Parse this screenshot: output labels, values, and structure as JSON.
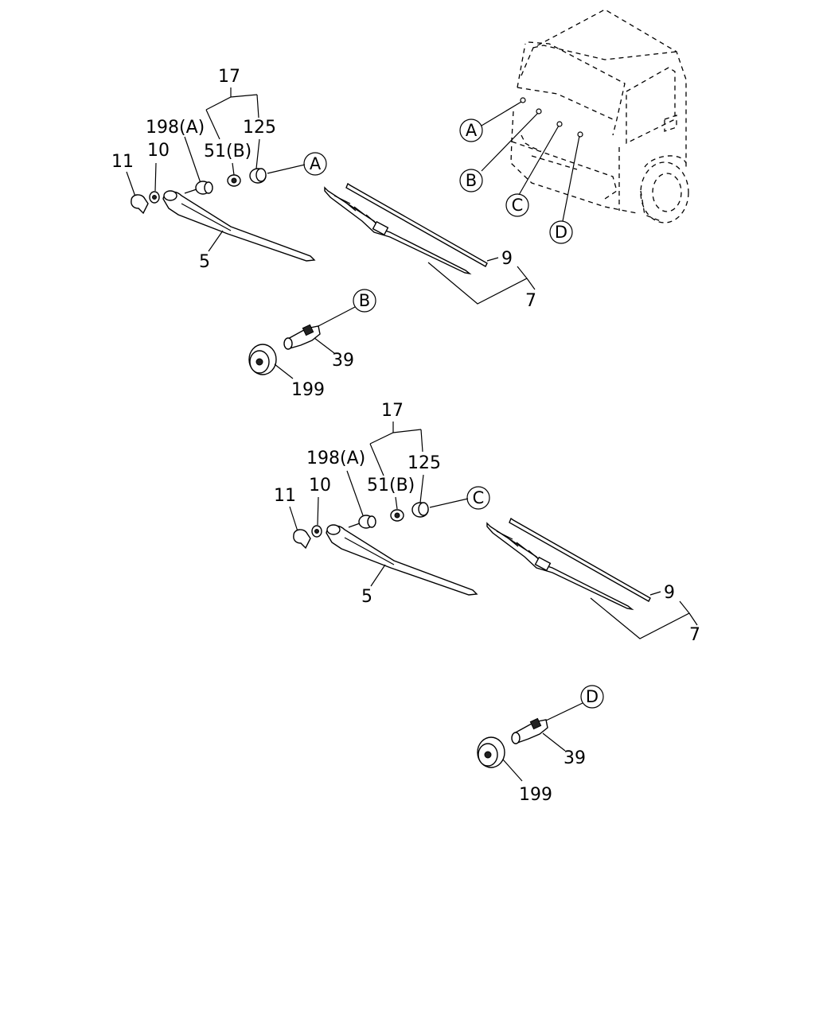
{
  "callouts": {
    "a": "A",
    "b": "B",
    "c": "C",
    "d": "D"
  },
  "upper": {
    "p17": "17",
    "p198": "198(A)",
    "p51": "51(B)",
    "p125": "125",
    "p11": "11",
    "p10": "10",
    "p5": "5",
    "p9": "9",
    "p7": "7",
    "p39": "39",
    "p199": "199"
  },
  "lower": {
    "p17": "17",
    "p198": "198(A)",
    "p51": "51(B)",
    "p125": "125",
    "p11": "11",
    "p10": "10",
    "p5": "5",
    "p9": "9",
    "p7": "7",
    "p39": "39",
    "p199": "199"
  }
}
